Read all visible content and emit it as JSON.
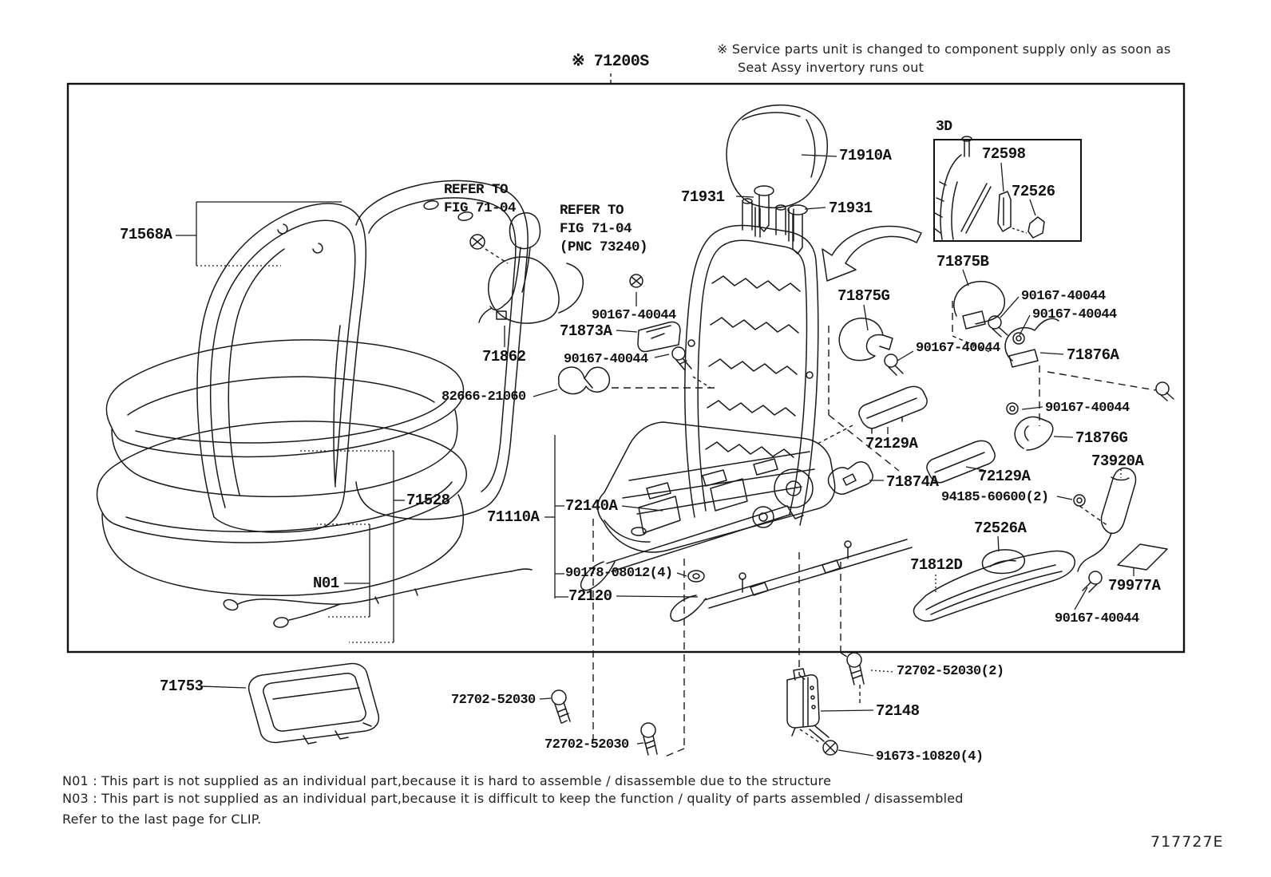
{
  "colors": {
    "ink": "#1a1a1a",
    "background": "#ffffff"
  },
  "header": {
    "figure_ref": "※ 71200S",
    "service_note_line1": "※ Service parts unit is changed to component supply only as soon as",
    "service_note_line2": "Seat Assy invertory runs out"
  },
  "inset": {
    "label": "3D"
  },
  "refer_left": {
    "line1": "REFER TO",
    "line2": "FIG 71-04"
  },
  "refer_right": {
    "line1": "REFER TO",
    "line2": "FIG 71-04",
    "line3": "(PNC 73240)"
  },
  "parts": {
    "p71910A": "71910A",
    "p71931_1": "71931",
    "p71931_2": "71931",
    "p72598": "72598",
    "p72526": "72526",
    "p71875B": "71875B",
    "p90167_1": "90167-40044",
    "p90167_2": "90167-40044",
    "p90167_3": "90167-40044",
    "p90167_4": "90167-40044",
    "p90167_5": "90167-40044",
    "p90167_6": "90167-40044",
    "p90167_7": "90167-40044",
    "p71876A": "71876A",
    "p71875G": "71875G",
    "p71873A": "71873A",
    "p71862": "71862",
    "p82666": "82666-21060",
    "p71568A": "71568A",
    "p71528": "71528",
    "pN01": "N01",
    "p71110A": "71110A",
    "p72140A": "72140A",
    "p90178": "90178-08012(4)",
    "p72120": "72120",
    "p72129A_1": "72129A",
    "p72129A_2": "72129A",
    "p71876G": "71876G",
    "p73920A": "73920A",
    "p71874A": "71874A",
    "p94185": "94185-60600(2)",
    "p72526A": "72526A",
    "p71812D": "71812D",
    "p79977A": "79977A",
    "p71753": "71753",
    "p72702_1": "72702-52030",
    "p72702_2": "72702-52030(2)",
    "p72702_3": "72702-52030",
    "p72148": "72148",
    "p91673": "91673-10820(4)"
  },
  "footer": {
    "note_n01": "N01 : This part is not supplied as an individual part,because it is hard to assemble / disassemble due to the structure",
    "note_n03": "N03 : This part is not supplied as an individual part,because it is difficult to keep the function / quality of parts assembled / disassembled",
    "clip_note": "Refer to the last page for CLIP.",
    "diagram_code": "717727E"
  }
}
